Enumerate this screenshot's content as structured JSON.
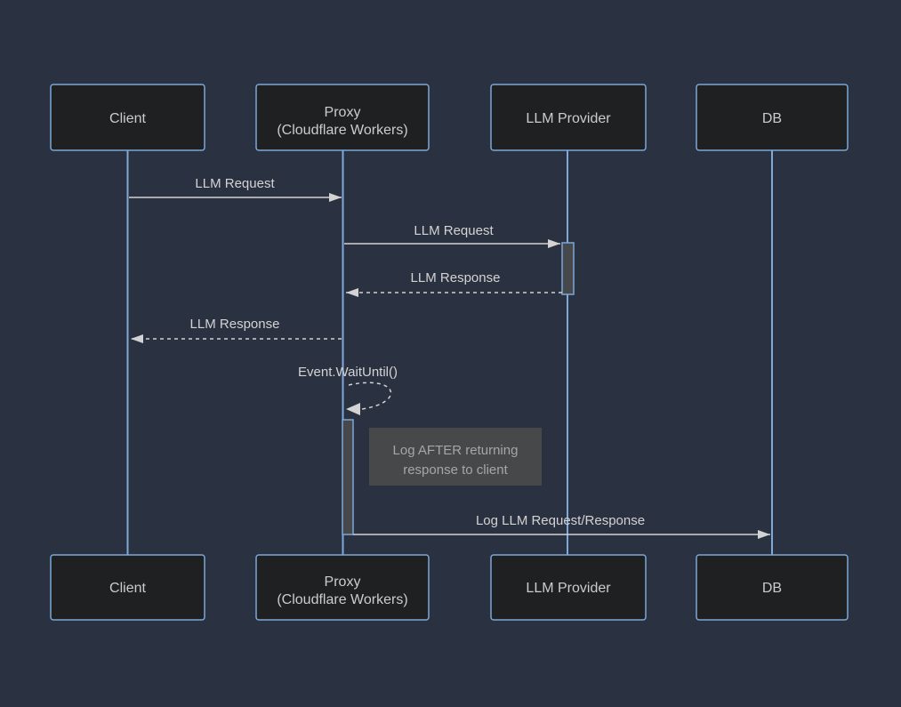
{
  "diagram": {
    "type": "sequence-diagram",
    "actors": [
      {
        "id": "client",
        "lines": [
          "Client"
        ]
      },
      {
        "id": "proxy",
        "lines": [
          "Proxy",
          "(Cloudflare Workers)"
        ]
      },
      {
        "id": "llm-provider",
        "lines": [
          "LLM Provider"
        ]
      },
      {
        "id": "db",
        "lines": [
          "DB"
        ]
      }
    ],
    "messages": [
      {
        "from": "client",
        "to": "proxy",
        "label": "LLM Request",
        "style": "solid"
      },
      {
        "from": "proxy",
        "to": "llm-provider",
        "label": "LLM Request",
        "style": "solid"
      },
      {
        "from": "llm-provider",
        "to": "proxy",
        "label": "LLM Response",
        "style": "dashed"
      },
      {
        "from": "proxy",
        "to": "client",
        "label": "LLM Response",
        "style": "dashed"
      },
      {
        "from": "proxy",
        "to": "proxy",
        "label": "Event.WaitUntil()",
        "style": "dashed-self-loop"
      },
      {
        "from": "proxy",
        "to": "db",
        "label": "Log LLM Request/Response",
        "style": "solid"
      }
    ],
    "note": {
      "lines": [
        "Log AFTER returning",
        "response to client"
      ],
      "attached_to": "proxy"
    },
    "activations": [
      {
        "actor": "llm-provider",
        "between": [
          "LLM Request",
          "LLM Response"
        ]
      },
      {
        "actor": "proxy",
        "between": [
          "Event.WaitUntil()",
          "Log LLM Request/Response"
        ]
      }
    ],
    "colors": {
      "background": "#2a3140",
      "actor_fill": "#1f2021",
      "actor_border": "#7da7d8",
      "actor_text": "#cccccc",
      "lifeline": "#7fa9da",
      "signal": "#d3d3d3",
      "activation_fill": "#46484c",
      "activation_border": "#7da7d8",
      "note_fill": "#47484a",
      "note_text": "#a6a6a6"
    }
  }
}
